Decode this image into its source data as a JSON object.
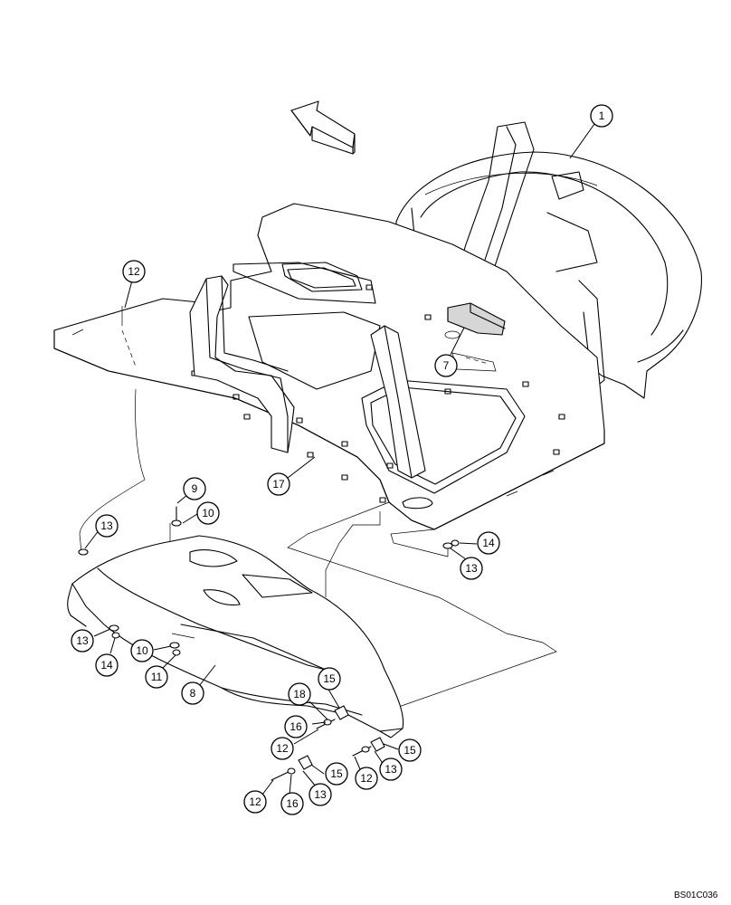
{
  "drawing": {
    "code": "BS01C036"
  },
  "callouts": [
    {
      "label": "1"
    },
    {
      "label": "12"
    },
    {
      "label": "7"
    },
    {
      "label": "17"
    },
    {
      "label": "9"
    },
    {
      "label": "10"
    },
    {
      "label": "13"
    },
    {
      "label": "14"
    },
    {
      "label": "13"
    },
    {
      "label": "13"
    },
    {
      "label": "14"
    },
    {
      "label": "10"
    },
    {
      "label": "11"
    },
    {
      "label": "8"
    },
    {
      "label": "15"
    },
    {
      "label": "18"
    },
    {
      "label": "16"
    },
    {
      "label": "12"
    },
    {
      "label": "15"
    },
    {
      "label": "13"
    },
    {
      "label": "12"
    },
    {
      "label": "15"
    },
    {
      "label": "13"
    },
    {
      "label": "16"
    },
    {
      "label": "12"
    }
  ]
}
